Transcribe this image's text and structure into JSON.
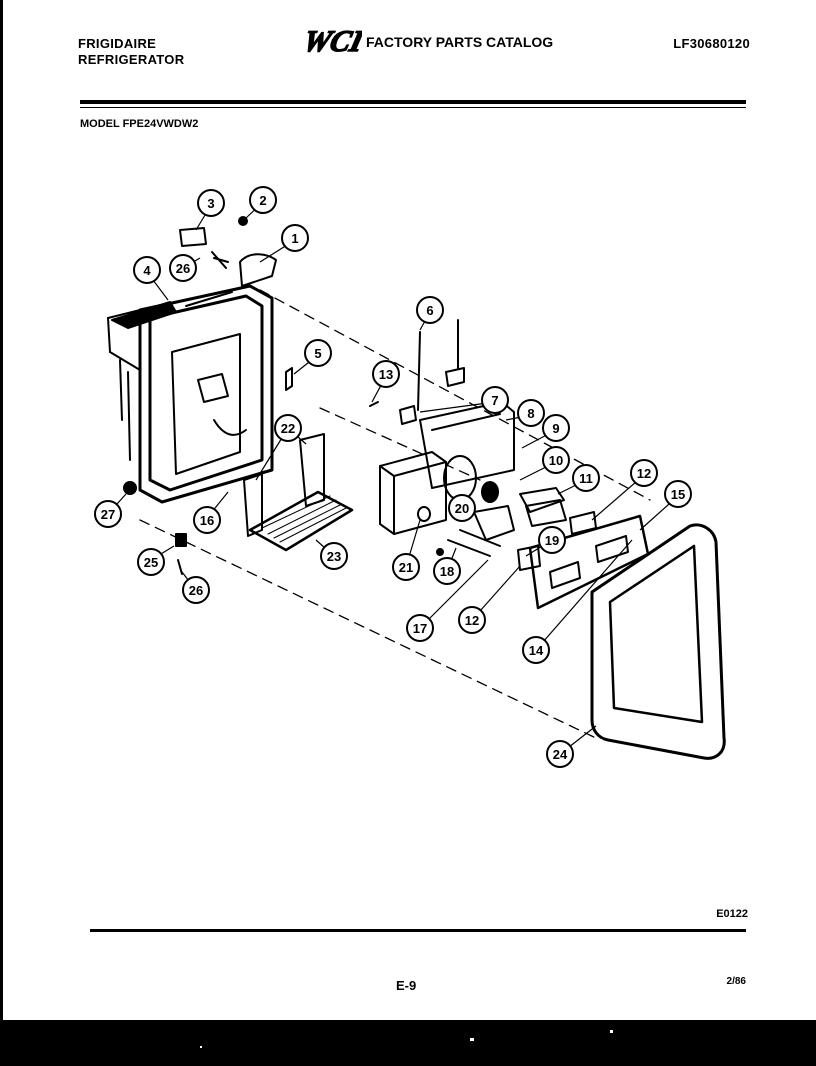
{
  "header": {
    "brand": "FRIGIDAIRE",
    "product": "REFRIGERATOR",
    "logo_text": "WCI",
    "catalog_title": "FACTORY PARTS CATALOG",
    "catalog_code": "LF30680120"
  },
  "model_line": "MODEL FPE24VWDW2",
  "callouts": [
    "1",
    "2",
    "3",
    "4",
    "5",
    "6",
    "7",
    "8",
    "9",
    "10",
    "11",
    "12",
    "12",
    "13",
    "14",
    "15",
    "16",
    "17",
    "18",
    "19",
    "20",
    "21",
    "22",
    "23",
    "24",
    "25",
    "26",
    "26",
    "27"
  ],
  "footer": {
    "drawing_id": "E0122",
    "page_number": "E-9",
    "issue_date": "2/86"
  }
}
